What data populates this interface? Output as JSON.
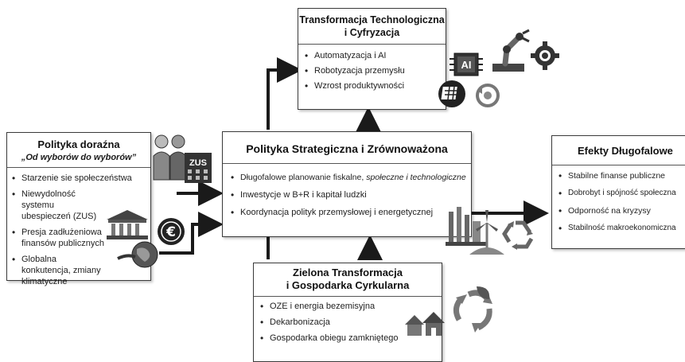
{
  "tech": {
    "title_1": "Transformacja Technologiczna",
    "title_2": "i Cyfryzacja",
    "items": [
      "Automatyzacja i AI",
      "Robotyzacja przemysłu",
      "Wzrost produktywności"
    ],
    "ai_label": "AI"
  },
  "ad_hoc": {
    "title": "Polityka doraźna",
    "subtitle": "„Od wyborów do wyborów”",
    "items": [
      "Starzenie sie społeczeństwa",
      "Niewydolność systemu ubespieczeń (ZUS)",
      "Presja zadłużeniowa finansów publicznych",
      "Globalna konkutencja, zmiany klimatyczne"
    ],
    "zus_label": "ZUS"
  },
  "strategic": {
    "title": "Polityka Strategiczna i Zrównoważona",
    "item1_main": "Długofalowe planowanie fiskalne, ",
    "item1_italic": "społeczne i technologiczne",
    "item2": "Inwestycje w B+R i kapitał ludzki",
    "item3": "Koordynacja polityk przemysłowej i energetycznej"
  },
  "effects": {
    "title": "Efekty Długofalowe",
    "items": [
      "Stabilne finanse publiczne",
      "Dobrobyt i spójność społeczna",
      "Odporność na kryzysy",
      "Stabilność makroekonomiczna"
    ]
  },
  "green": {
    "title_1": "Zielona Transformacja",
    "title_2": "i Gospodarka Cyrkularna",
    "items": [
      "OZE i energia bezemisyjna",
      "Dekarbonizacja",
      "Gospodarka obiegu zamkniętego"
    ]
  },
  "icons": [
    "elderly-couple-icon",
    "zus-building-icon",
    "bank-icon",
    "euro-coin-icon",
    "globe-icon",
    "ai-chip-icon",
    "robot-arm-icon",
    "gear-icon",
    "solar-panel-icon",
    "cycle-icon",
    "industry-icon",
    "wind-turbine-icon",
    "recycle-icon",
    "houses-icon",
    "leaf-recycle-icon"
  ]
}
